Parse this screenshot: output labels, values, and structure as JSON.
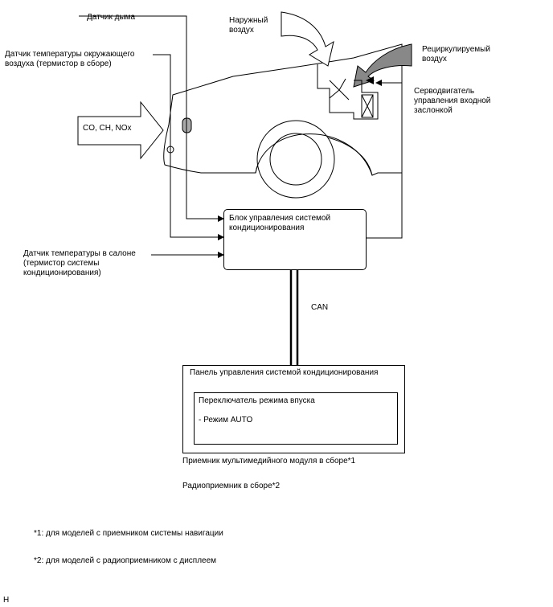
{
  "labels": {
    "smoke_sensor": "Датчик дыма",
    "ambient_sensor": "Датчик температуры окружающего\nвоздуха (термистор в сборе)",
    "outside_air": "Наружный\nвоздух",
    "recirc_air": "Рециркулируемый\nвоздух",
    "servo": "Серводвигатель\nуправления входной\nзаслонкой",
    "gases": "CO, CH, NOx",
    "cabin_sensor": "Датчик температуры в салоне\n(термистор системы\nкондиционирования)",
    "ac_unit": "Блок управления системой\nкондиционирования",
    "can": "CAN",
    "panel_title": "Панель управления системой кондиционирования",
    "mode_switch": "Переключатель режима впуска",
    "mode_auto": "- Режим AUTO",
    "receiver1": "Приемник мультимедийного модуля в сборе*1",
    "receiver2": "Радиоприемник в сборе*2",
    "note1": "*1: для моделей с приемником системы навигации",
    "note2": "*2: для моделей с радиоприемником с дисплеем",
    "corner_mark": "H"
  }
}
